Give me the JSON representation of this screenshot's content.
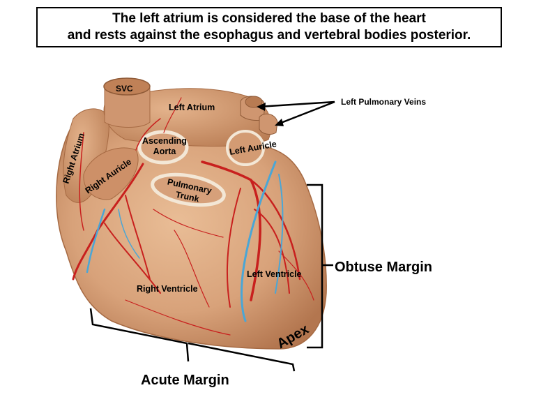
{
  "caption": {
    "line1": "The left atrium is considered the base of the heart",
    "line2": "and rests against the esophagus and vertebral bodies posterior."
  },
  "labels": {
    "svc": "SVC",
    "left_atrium": "Left Atrium",
    "left_pulmonary_veins": "Left Pulmonary Veins",
    "right_atrium": "Right Atrium",
    "ascending_aorta_1": "Ascending",
    "ascending_aorta_2": "Aorta",
    "left_auricle": "Left Auricle",
    "right_auricle": "Right Auricle",
    "pulmonary_trunk_1": "Pulmonary",
    "pulmonary_trunk_2": "Trunk",
    "obtuse_margin": "Obtuse Margin",
    "left_ventricle": "Left Ventricle",
    "right_ventricle": "Right Ventricle",
    "apex": "Apex",
    "acute_margin": "Acute Margin"
  },
  "colors": {
    "heart_tissue": "#d8a27a",
    "heart_shadow": "#b97a52",
    "artery": "#c8201e",
    "vein": "#4aa6d6",
    "vessel_rim": "#f3e7d6"
  }
}
